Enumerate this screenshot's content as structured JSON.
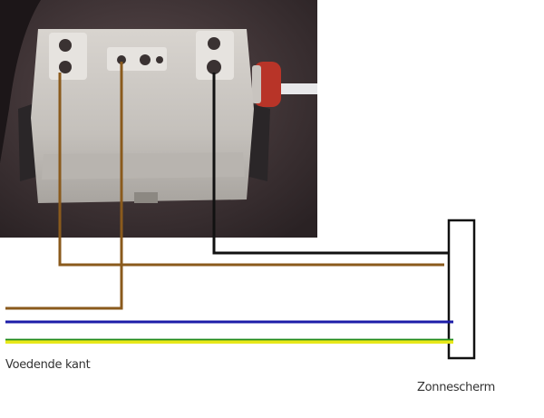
{
  "labels": {
    "feed_side": "Voedende kant",
    "motor": "Zonnescherm"
  },
  "wire_colors": {
    "brown": "#8a5a1c",
    "black": "#111111",
    "blue": "#1c1ca8",
    "green": "#1f8a1f",
    "yellow": "#e8e81a",
    "outline": "#111111"
  },
  "photo": {
    "subject": "switch-photo",
    "background_color": "#4a3a3c",
    "body_color": "#c9c5c0"
  }
}
